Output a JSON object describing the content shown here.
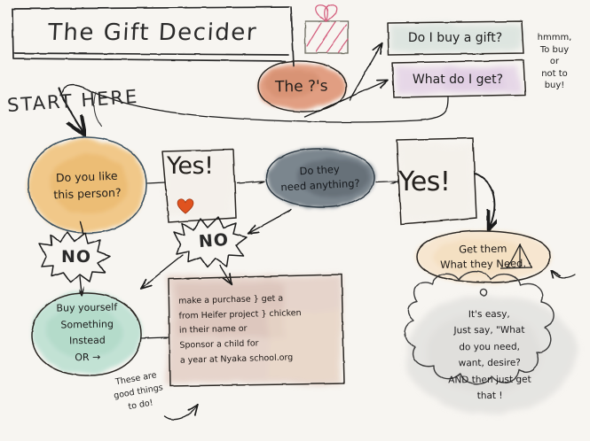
{
  "diagram": {
    "title": "The Gift Decider",
    "background_color": "#f7f5f1",
    "ink_color": "#1a1a1a"
  },
  "header": {
    "title": "The Gift Decider",
    "gift_icon_name": "gift-box-icon",
    "gift_icon_color": "#d4607f"
  },
  "start": {
    "label": "START HERE"
  },
  "questions_group": {
    "oval_label": "The ?'s",
    "oval_color": "#dd8c6a",
    "q1": "Do I buy a gift?",
    "q1_color": "#d9e2de",
    "q2": "What do I get?",
    "q2_color": "#e4d4e6",
    "aside": "hmmm,\nTo buy\nor\nnot to\nbuy!"
  },
  "decisions": {
    "like_person": {
      "label": "Do you like\nthis person?",
      "color": "#f0c178"
    },
    "need_anything": {
      "label": "Do they\nneed anything?",
      "color": "#5f6b74"
    }
  },
  "answers": {
    "yes_1": "Yes!",
    "yes_1_icon": "heart-icon",
    "yes_1_icon_color": "#e0531f",
    "yes_2": "Yes!",
    "no_1": "NO",
    "no_2": "NO"
  },
  "outcomes": {
    "buy_yourself": {
      "label": "Buy yourself\nSomething\nInstead\nOR →",
      "color": "#b9dfd0"
    },
    "charity": {
      "label": "make a purchase  } get a\nfrom Heifer project } chicken\nin their name  or\nSponsor a child for\na year at Nyaka school.org",
      "color": "#ddc3b8"
    },
    "good_things_note": "These are\ngood things\nto do!",
    "get_them": {
      "label": "Get them\nWhat they Need.",
      "color": "#f7e3c8"
    },
    "easy_cloud": {
      "label": "It's easy,\nJust say, \"What\ndo you need,\nwant, desire?\nAND then just get\nthat !",
      "color": "#dedede"
    }
  }
}
